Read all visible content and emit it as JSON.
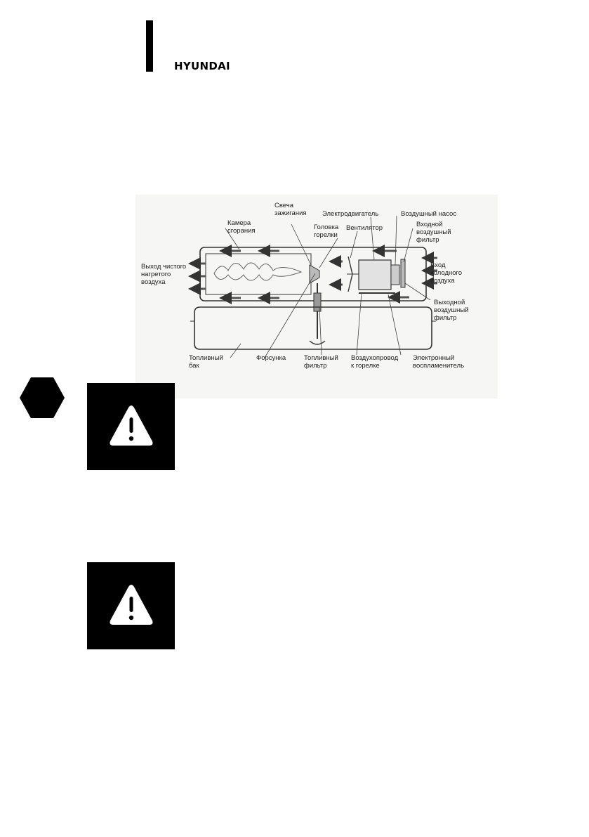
{
  "header": {
    "brand": "HYUNDAI"
  },
  "diagram": {
    "labels": {
      "spark_plug": "Свеча\nзажигания",
      "combustion_chamber": "Камера\nсгорания",
      "burner_head": "Головка\nгорелки",
      "motor": "Электродвигатель",
      "fan": "Вентилятор",
      "air_pump": "Воздушный насос",
      "inlet_filter": "Входной\nвоздушный\nфильтр",
      "hot_air_outlet": "Выход чистого\nнагретого\nвоздуха",
      "cold_air_inlet": "Вход\nхолодного\nвоздуха",
      "outlet_filter": "Выходной\nвоздушный\nфильтр",
      "fuel_tank": "Топливный\nбак",
      "nozzle": "Форсунка",
      "fuel_filter": "Топливный\nфильтр",
      "air_duct": "Воздухопровод\nк горелке",
      "igniter": "Электронный\nвоспламенитель"
    }
  },
  "icons": {
    "section_marker": "hexagon-icon",
    "warning": "warning-triangle-icon"
  }
}
